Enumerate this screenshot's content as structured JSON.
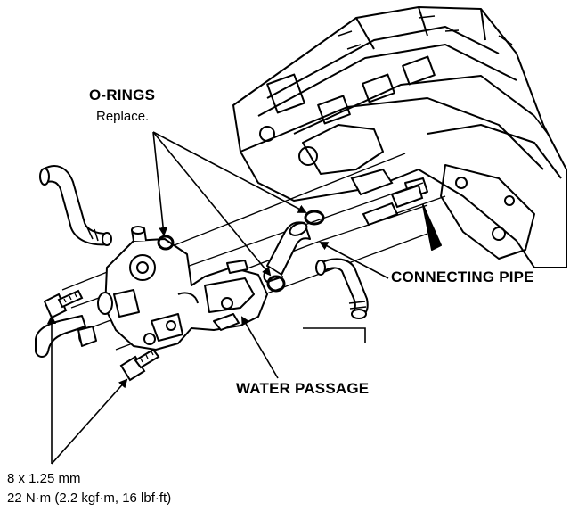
{
  "labels": {
    "o_rings": "O-RINGS",
    "replace_note": "Replace.",
    "connecting_pipe": "CONNECTING PIPE",
    "water_passage": "WATER PASSAGE",
    "bolt_size": "8 x 1.25 mm",
    "torque": "22 N·m (2.2 kgf·m, 16 lbf·ft)"
  }
}
